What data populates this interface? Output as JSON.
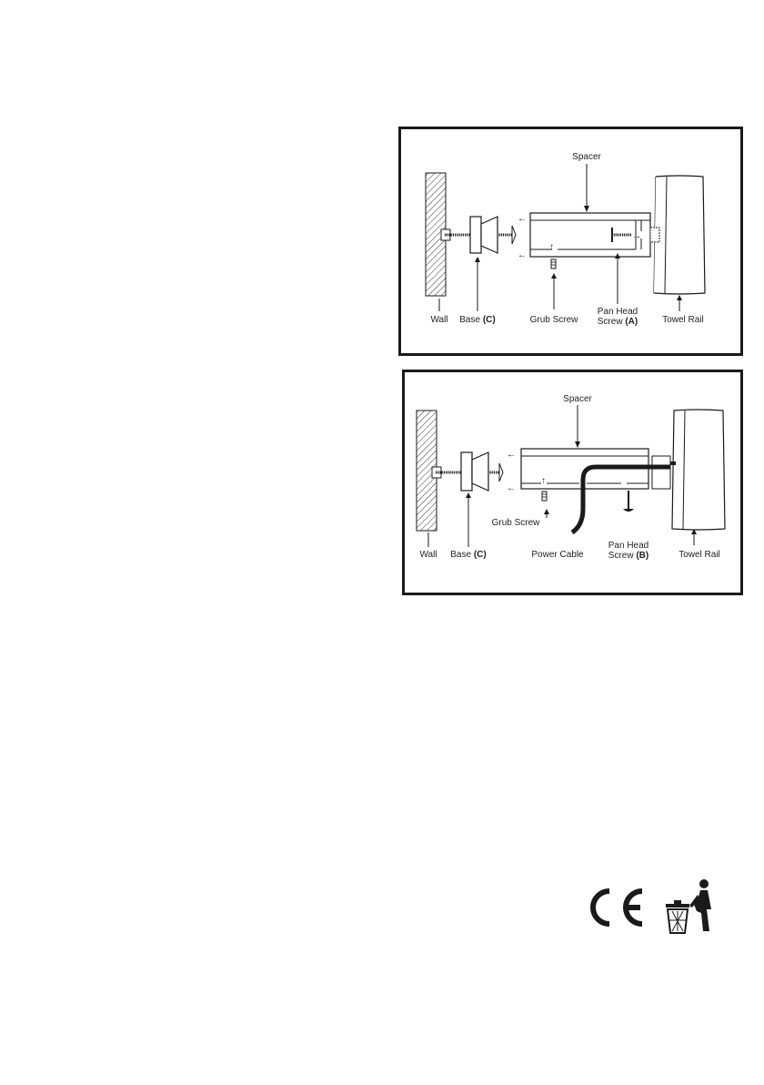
{
  "diagram1": {
    "labels": {
      "spacer": "Spacer",
      "wall": "Wall",
      "base_text": "Base ",
      "base_bold": "(C)",
      "grub_screw": "Grub Screw",
      "pan_head_line1": "Pan Head",
      "pan_head_line2_text": "Screw ",
      "pan_head_line2_bold": "(A)",
      "towel_rail": "Towel Rail"
    }
  },
  "diagram2": {
    "labels": {
      "spacer": "Spacer",
      "wall": "Wall",
      "base_text": "Base ",
      "base_bold": "(C)",
      "grub_screw": "Grub Screw",
      "power_cable": "Power Cable",
      "pan_head_line1": "Pan Head",
      "pan_head_line2_text": "Screw ",
      "pan_head_line2_bold": "(B)",
      "towel_rail": "Towel Rail"
    }
  },
  "symbols": {
    "ce_mark": "CE",
    "weee_icon": "weee-bin-icon"
  },
  "colors": {
    "line": "#1a1a1a",
    "background": "#ffffff"
  }
}
